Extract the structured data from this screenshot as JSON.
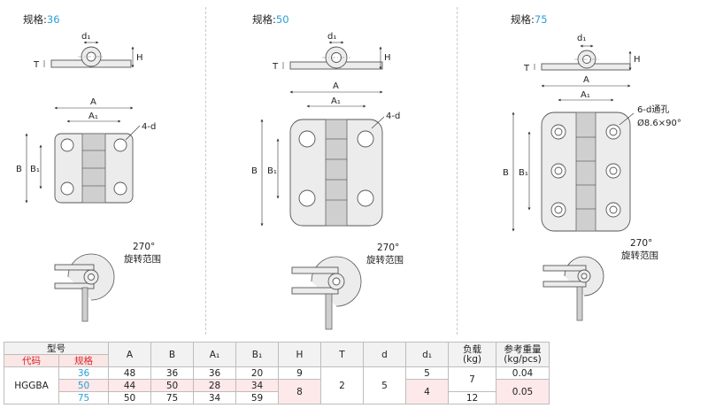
{
  "panels": [
    {
      "label": "规格:",
      "size": "36",
      "four_d": "4-d"
    },
    {
      "label": "规格:",
      "size": "50",
      "four_d": "4-d"
    },
    {
      "label": "规格:",
      "size": "75",
      "six_d": "6-d通孔",
      "countersink": "Ø8.6×90°"
    }
  ],
  "dims": {
    "d1": "d₁",
    "H": "H",
    "T": "T",
    "A": "A",
    "A1": "A₁",
    "B": "B",
    "B1": "B₁"
  },
  "rotation": {
    "angle": "270°",
    "caption": "旋转范围"
  },
  "table": {
    "header_top": [
      "型号",
      "A",
      "B",
      "A₁",
      "B₁",
      "H",
      "T",
      "d",
      "d₁",
      "负载\n(kg)",
      "参考重量\n(kg/pcs)"
    ],
    "header_sub": [
      "代码",
      "规格"
    ],
    "code": "HGGBA",
    "rows": [
      {
        "size": "36",
        "A": "48",
        "B": "36",
        "A1": "36",
        "B1": "20",
        "d1": "5"
      },
      {
        "size": "50",
        "A": "44",
        "B": "50",
        "A1": "28",
        "B1": "34"
      },
      {
        "size": "75",
        "A": "50",
        "B": "75",
        "A1": "34",
        "B1": "59",
        "d1": "4",
        "load": "12"
      }
    ],
    "merged": {
      "H_36": "9",
      "H_50_75": "8",
      "T": "2",
      "d": "5",
      "load_36_50": "7",
      "weight_36": "0.04",
      "weight_50_75": "0.05"
    }
  },
  "colors": {
    "accent": "#2a9fd6",
    "header_red": "#d9262c",
    "row_highlight": "#fde8ea"
  }
}
